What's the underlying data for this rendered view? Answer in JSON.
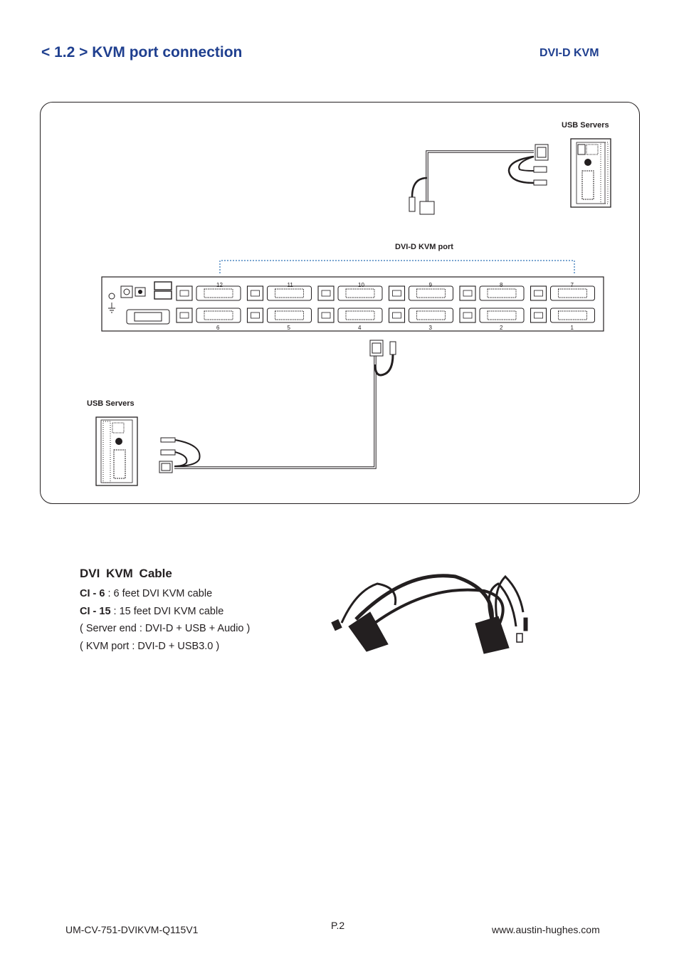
{
  "header": {
    "title": "< 1.2 > KVM port connection",
    "product": "DVI-D  KVM"
  },
  "diagram": {
    "server_label_top": "USB Servers",
    "server_label_bottom": "USB Servers",
    "kvm_port_label": "DVI-D  KVM port",
    "ports_top": [
      "12",
      "11",
      "10",
      "9",
      "8",
      "7"
    ],
    "ports_bottom": [
      "6",
      "5",
      "4",
      "3",
      "2",
      "1"
    ]
  },
  "cable": {
    "heading": "DVI  KVM   Cable",
    "lines": [
      {
        "code": "CI - 6",
        "desc": " : 6 feet DVI KVM cable"
      },
      {
        "code": "CI - 15",
        "desc": " : 15 feet DVI KVM cable"
      },
      {
        "code": "",
        "desc": "( Server end : DVI-D + USB + Audio )"
      },
      {
        "code": "",
        "desc": "( KVM port : DVI-D + USB3.0 )"
      }
    ]
  },
  "footer": {
    "doc_id": "UM-CV-751-DVIKVM-Q115V1",
    "page": "P.2",
    "website": "www.austin-hughes.com"
  },
  "colors": {
    "title": "#1f3f8f",
    "ink": "#231f20",
    "dotted": "#2a6fb5"
  }
}
